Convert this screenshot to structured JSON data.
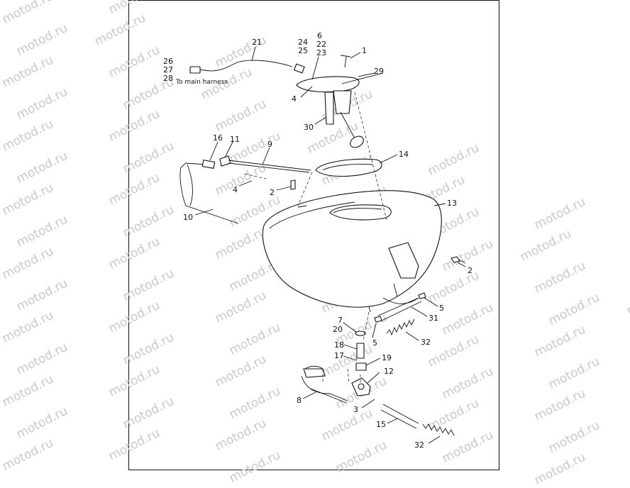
{
  "watermark": "motod.ru",
  "caption": "To main harness",
  "callouts": {
    "c1": "1",
    "c2a": "2",
    "c2b": "2",
    "c3": "3",
    "c4a": "4",
    "c4b": "4",
    "c5a": "5",
    "c5b": "5",
    "c6": "6",
    "c7": "7",
    "c8": "8",
    "c9": "9",
    "c10": "10",
    "c11": "11",
    "c12": "12",
    "c13": "13",
    "c14": "14",
    "c15": "15",
    "c16": "16",
    "c17": "17",
    "c18": "18",
    "c19": "19",
    "c20": "20",
    "c21": "21",
    "c22": "22",
    "c23": "23",
    "c24": "24",
    "c25": "25",
    "c26": "26",
    "c27": "27",
    "c28": "28",
    "c29": "29",
    "c30": "30",
    "c31": "31",
    "c32a": "32",
    "c32b": "32"
  }
}
